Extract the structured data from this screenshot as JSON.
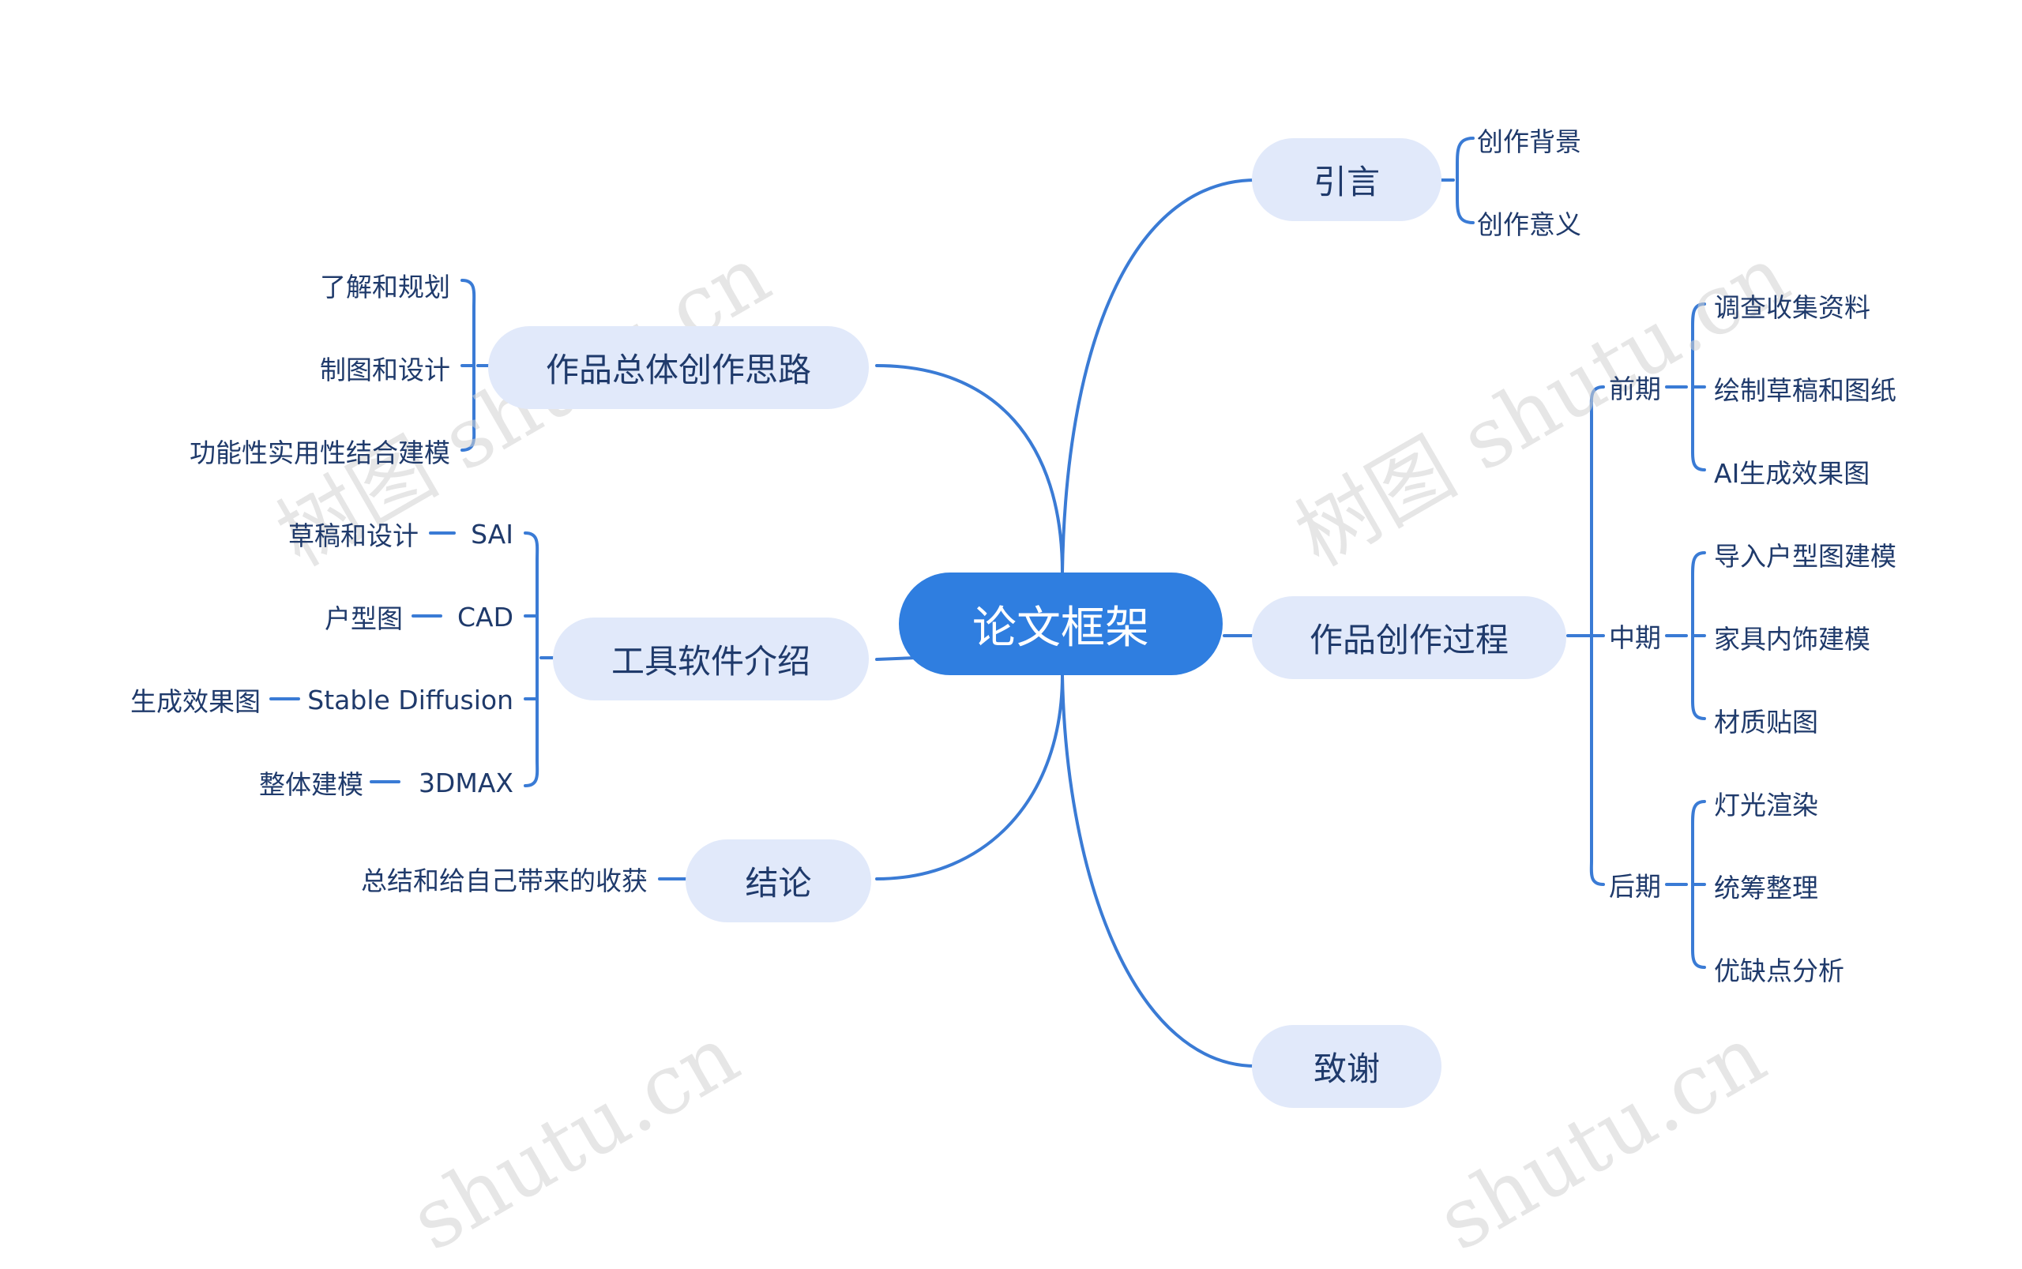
{
  "center": "论文框架",
  "intro": {
    "label": "引言",
    "items": [
      "创作背景",
      "创作意义"
    ]
  },
  "ideas": {
    "label": "作品总体创作思路",
    "items": [
      "了解和规划",
      "制图和设计",
      "功能性实用性结合建模"
    ]
  },
  "tools": {
    "label": "工具软件介绍",
    "rows": [
      {
        "tool": "SAI",
        "use": "草稿和设计"
      },
      {
        "tool": "CAD",
        "use": "户型图"
      },
      {
        "tool": "Stable Diffusion",
        "use": "生成效果图"
      },
      {
        "tool": "3DMAX",
        "use": "整体建模"
      }
    ]
  },
  "conclusion": {
    "label": "结论",
    "item": "总结和给自己带来的收获"
  },
  "process": {
    "label": "作品创作过程",
    "phases": [
      {
        "name": "前期",
        "items": [
          "调查收集资料",
          "绘制草稿和图纸",
          "AI生成效果图"
        ]
      },
      {
        "name": "中期",
        "items": [
          "导入户型图建模",
          "家具内饰建模",
          "材质贴图"
        ]
      },
      {
        "name": "后期",
        "items": [
          "灯光渲染",
          "统筹整理",
          "优缺点分析"
        ]
      }
    ]
  },
  "thanks": {
    "label": "致谢"
  },
  "watermarks": [
    "树图 shutu.cn",
    "树图 shutu.cn",
    "shutu.cn",
    "shutu.cn"
  ],
  "colors": {
    "line": "#3a7bd5",
    "center_fill": "#2f7ee0",
    "main_fill": "#e1e9fa",
    "text": "#1f3a6b"
  }
}
